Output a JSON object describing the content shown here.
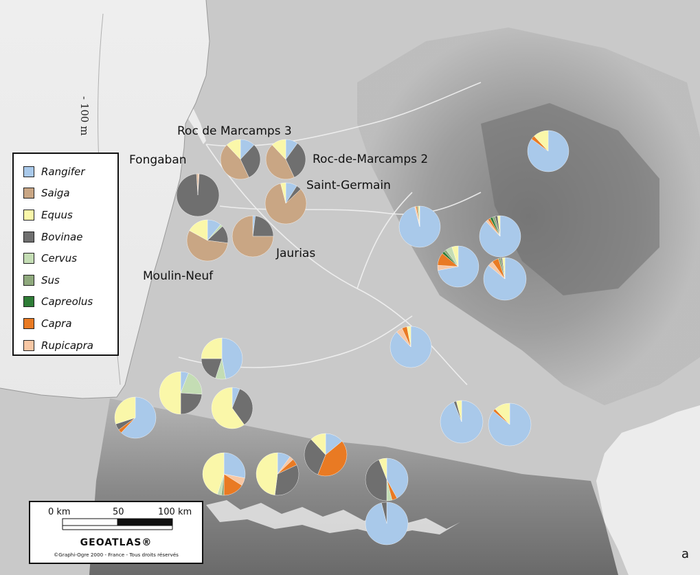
{
  "colors": {
    "Rangifer": "#a9c9ea",
    "Saiga": "#c9a684",
    "Equus": "#faf7a9",
    "Bovinae": "#6f6f6f",
    "Cervus": "#c4ddb4",
    "Sus": "#8fa97d",
    "Capreolus": "#2e7c36",
    "Capra": "#e97a23",
    "Rupicapra": "#f7c7a4"
  },
  "legend": {
    "items": [
      {
        "key": "Rangifer",
        "label": "Rangifer"
      },
      {
        "key": "Saiga",
        "label": "Saiga"
      },
      {
        "key": "Equus",
        "label": "Equus"
      },
      {
        "key": "Bovinae",
        "label": "Bovinae"
      },
      {
        "key": "Cervus",
        "label": "Cervus"
      },
      {
        "key": "Sus",
        "label": "Sus"
      },
      {
        "key": "Capreolus",
        "label": "Capreolus"
      },
      {
        "key": "Capra",
        "label": "Capra"
      },
      {
        "key": "Rupicapra",
        "label": "Rupicapra"
      }
    ]
  },
  "site_labels": [
    "Roc de Marcamps 3",
    "Fongaban",
    "Roc-de-Marcamps 2",
    "Saint-Germain",
    "Jaurias",
    "Moulin-Neuf"
  ],
  "contour_label": "- 100 m",
  "scale": {
    "ticks": [
      "0 km",
      "50",
      "100 km"
    ],
    "brand": "GEOATLAS®",
    "credit": "©Graphi-Ogre 2000 - France - Tous droits réservés"
  },
  "panel_letter": "a",
  "sites": [
    {
      "label": "Roc de Marcamps 3",
      "composition": {
        "Rangifer": 0.12,
        "Saiga": 0.45,
        "Equus": 0.12,
        "Bovinae": 0.31
      }
    },
    {
      "label": "Roc-de-Marcamps 2",
      "composition": {
        "Rangifer": 0.1,
        "Saiga": 0.45,
        "Equus": 0.12,
        "Bovinae": 0.33
      }
    },
    {
      "label": "Fongaban",
      "composition": {
        "Rupicapra": 0.01,
        "Saiga": 0.01,
        "Bovinae": 0.98
      }
    },
    {
      "label": "Saint-Germain",
      "composition": {
        "Rangifer": 0.09,
        "Saiga": 0.83,
        "Equus": 0.04,
        "Bovinae": 0.04
      }
    },
    {
      "label": "Moulin-Neuf",
      "composition": {
        "Rangifer": 0.11,
        "Saiga": 0.56,
        "Equus": 0.17,
        "Cervus": 0.02,
        "Bovinae": 0.14
      }
    },
    {
      "label": "Jaurias",
      "composition": {
        "Rangifer": 0.02,
        "Saiga": 0.75,
        "Bovinae": 0.23
      }
    },
    {
      "label": "",
      "composition": {
        "Rangifer": 0.85,
        "Equus": 0.12,
        "Capra": 0.03
      }
    },
    {
      "label": "",
      "composition": {
        "Rangifer": 0.96,
        "Equus": 0.01,
        "Sus": 0.01,
        "Capra": 0.01,
        "Rupicapra": 0.01
      }
    },
    {
      "label": "",
      "composition": {
        "Rangifer": 0.88,
        "Equus": 0.02,
        "Sus": 0.02,
        "Capreolus": 0.02,
        "Bovinae": 0.02,
        "Capra": 0.02,
        "Rupicapra": 0.02
      }
    },
    {
      "label": "",
      "composition": {
        "Rangifer": 0.72,
        "Equus": 0.05,
        "Cervus": 0.05,
        "Sus": 0.02,
        "Capreolus": 0.02,
        "Capra": 0.1,
        "Rupicapra": 0.04
      }
    },
    {
      "label": "",
      "composition": {
        "Rangifer": 0.86,
        "Equus": 0.02,
        "Sus": 0.02,
        "Bovinae": 0.01,
        "Capra": 0.05,
        "Rupicapra": 0.04
      }
    },
    {
      "label": "",
      "composition": {
        "Rangifer": 0.88,
        "Equus": 0.03,
        "Capra": 0.04,
        "Rupicapra": 0.05
      }
    },
    {
      "label": "",
      "composition": {
        "Rangifer": 0.47,
        "Equus": 0.25,
        "Bovinae": 0.2,
        "Cervus": 0.08
      }
    },
    {
      "label": "",
      "composition": {
        "Rangifer": 0.06,
        "Equus": 0.5,
        "Bovinae": 0.24,
        "Cervus": 0.2
      }
    },
    {
      "label": "",
      "composition": {
        "Rangifer": 0.06,
        "Equus": 0.6,
        "Bovinae": 0.34
      }
    },
    {
      "label": "",
      "composition": {
        "Rangifer": 0.62,
        "Equus": 0.3,
        "Bovinae": 0.05,
        "Capra": 0.03
      }
    },
    {
      "label": "",
      "composition": {
        "Rangifer": 0.94,
        "Equus": 0.04,
        "Bovinae": 0.02
      }
    },
    {
      "label": "",
      "composition": {
        "Rangifer": 0.86,
        "Equus": 0.12,
        "Capra": 0.02
      }
    },
    {
      "label": "",
      "composition": {
        "Rangifer": 0.28,
        "Equus": 0.45,
        "Cervus": 0.03,
        "Sus": 0.02,
        "Capra": 0.16,
        "Rupicapra": 0.06
      }
    },
    {
      "label": "",
      "composition": {
        "Rangifer": 0.1,
        "Equus": 0.48,
        "Bovinae": 0.34,
        "Capra": 0.05,
        "Rupicapra": 0.03
      }
    },
    {
      "label": "",
      "composition": {
        "Rangifer": 0.14,
        "Equus": 0.12,
        "Bovinae": 0.32,
        "Capra": 0.42
      }
    },
    {
      "label": "",
      "composition": {
        "Rangifer": 0.42,
        "Equus": 0.06,
        "Bovinae": 0.44,
        "Cervus": 0.04,
        "Capra": 0.04
      }
    },
    {
      "label": "",
      "composition": {
        "Rangifer": 0.96,
        "Bovinae": 0.04
      }
    }
  ]
}
